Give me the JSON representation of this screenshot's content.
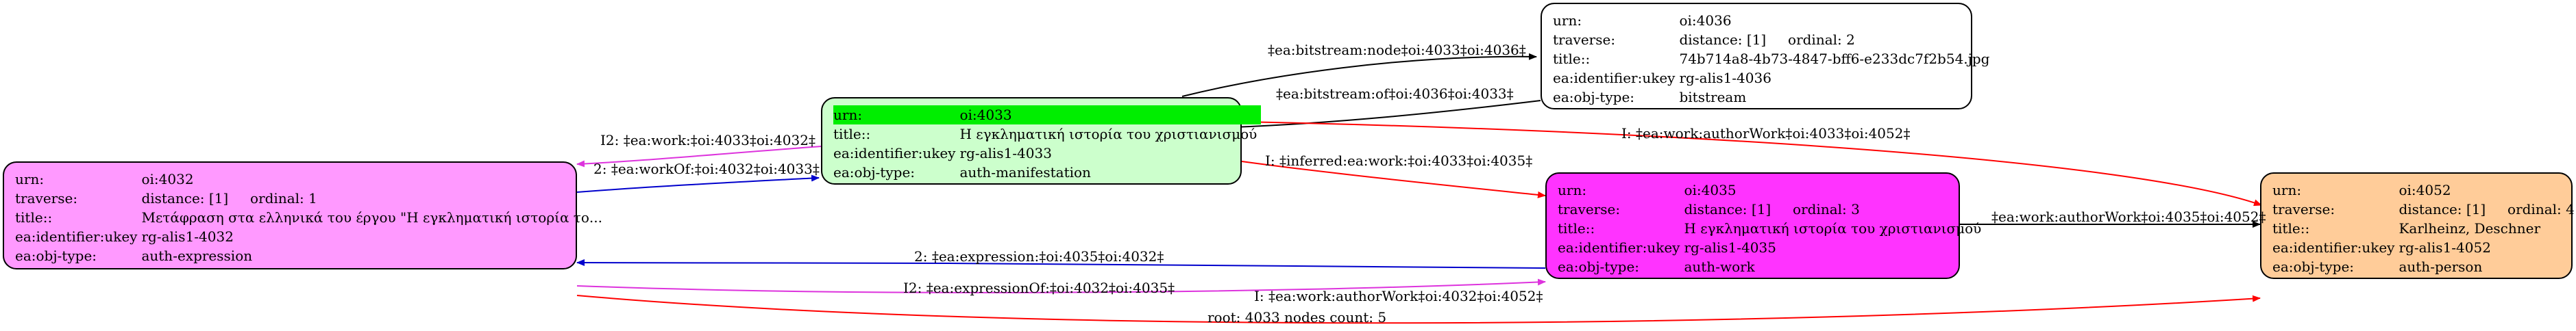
{
  "colors": {
    "n4032": "#ff99ff",
    "n4033": "#ccffcc",
    "n4035": "#ff33ff",
    "n4036": "#ffffff",
    "n4052": "#ffcc99",
    "highlight": "#00ee00",
    "edge_black": "#000000",
    "edge_red": "#ff0000",
    "edge_blue": "#0000cc",
    "edge_magenta": "#dd33dd"
  },
  "nodes": {
    "n4036": {
      "rows": [
        {
          "k": "urn:",
          "v": "oi:4036"
        },
        {
          "k": "traverse:",
          "v": "distance: [1]     ordinal: 2"
        },
        {
          "k": "title::",
          "v": "74b714a8-4b73-4847-bff6-e233dc7f2b54.jpg"
        },
        {
          "k": "ea:identifier:ukey",
          "v": "rg-alis1-4036"
        },
        {
          "k": "ea:obj-type:",
          "v": "bitstream"
        }
      ]
    },
    "n4033": {
      "rows": [
        {
          "k": "urn:",
          "v": "oi:4033"
        },
        {
          "k": "title::",
          "v": "Η εγκληματική ιστορία του χριστιανισμού"
        },
        {
          "k": "ea:identifier:ukey",
          "v": "rg-alis1-4033"
        },
        {
          "k": "ea:obj-type:",
          "v": "auth-manifestation"
        }
      ]
    },
    "n4032": {
      "rows": [
        {
          "k": "urn:",
          "v": "oi:4032"
        },
        {
          "k": "traverse:",
          "v": "distance: [1]     ordinal: 1"
        },
        {
          "k": "title::",
          "v": "Μετάφραση στα ελληνικά του έργου \"Η εγκληματική ιστορία το..."
        },
        {
          "k": "ea:identifier:ukey",
          "v": "rg-alis1-4032"
        },
        {
          "k": "ea:obj-type:",
          "v": "auth-expression"
        }
      ]
    },
    "n4035": {
      "rows": [
        {
          "k": "urn:",
          "v": "oi:4035"
        },
        {
          "k": "traverse:",
          "v": "distance: [1]     ordinal: 3"
        },
        {
          "k": "title::",
          "v": "Η εγκληματική ιστορία του χριστιανισμού"
        },
        {
          "k": "ea:identifier:ukey",
          "v": "rg-alis1-4035"
        },
        {
          "k": "ea:obj-type:",
          "v": "auth-work"
        }
      ]
    },
    "n4052": {
      "rows": [
        {
          "k": "urn:",
          "v": "oi:4052"
        },
        {
          "k": "traverse:",
          "v": "distance: [1]     ordinal: 4"
        },
        {
          "k": "title::",
          "v": "Karlheinz, Deschner"
        },
        {
          "k": "ea:identifier:ukey",
          "v": "rg-alis1-4052"
        },
        {
          "k": "ea:obj-type:",
          "v": "auth-person"
        }
      ]
    }
  },
  "edges": {
    "e1": "‡ea:bitstream:node‡oi:4033‡oi:4036‡",
    "e2": "‡ea:bitstream:of‡oi:4036‡oi:4033‡",
    "e3": "I2: ‡ea:work:‡oi:4033‡oi:4032‡",
    "e4": "2: ‡ea:workOf:‡oi:4032‡oi:4033‡",
    "e5": "I: ‡ea:work:authorWork‡oi:4033‡oi:4052‡",
    "e6": "I: ‡inferred:ea:work:‡oi:4033‡oi:4035‡",
    "e7": "2: ‡ea:expression:‡oi:4035‡oi:4032‡",
    "e8": "I2: ‡ea:expressionOf:‡oi:4032‡oi:4035‡",
    "e9": "‡ea:work:authorWork‡oi:4035‡oi:4052‡",
    "e10": "I: ‡ea:work:authorWork‡oi:4032‡oi:4052‡"
  },
  "caption": "root: 4033 nodes count: 5"
}
